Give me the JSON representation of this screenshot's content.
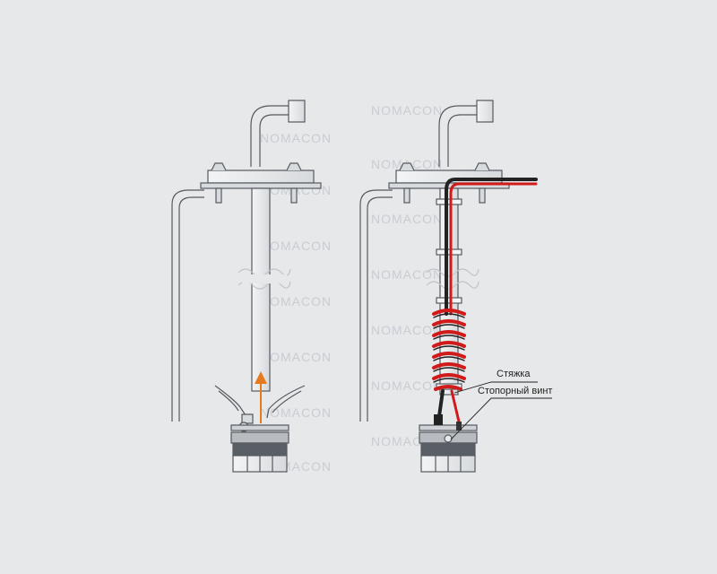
{
  "watermark": {
    "text": "NOMACON",
    "color": "#c9cdd2"
  },
  "labels": {
    "tie": "Стяжка",
    "lock_screw": "Стопорный винт"
  },
  "colors": {
    "background": "#e6e8ea",
    "pipe_stroke": "#555a60",
    "cable_red": "#d11b1b",
    "cable_dark": "#222222",
    "arrow": "#e87a1e"
  },
  "icons": [
    "up-arrow-icon",
    "break-mark-icon"
  ]
}
